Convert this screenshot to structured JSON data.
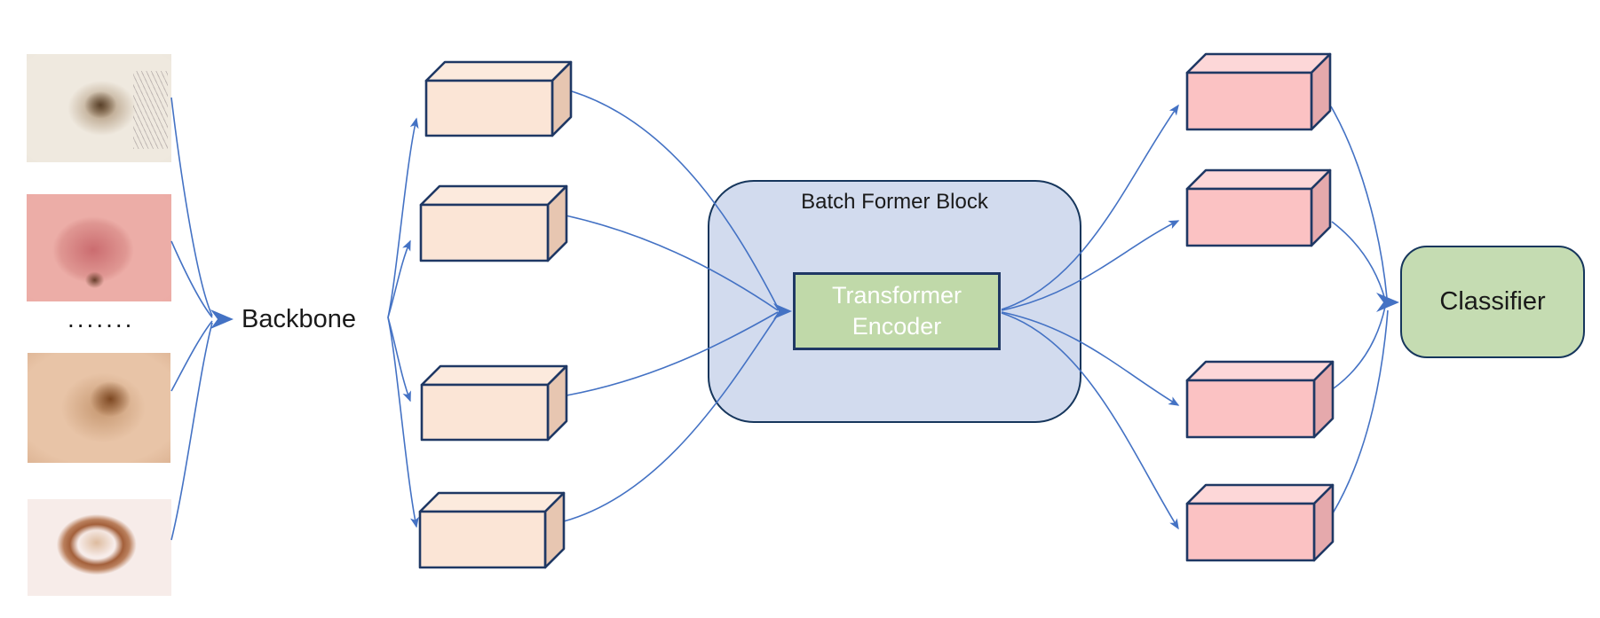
{
  "diagram": {
    "backbone_label": "Backbone",
    "ellipsis": ".......",
    "batch_former_block": {
      "title": "Batch Former Block",
      "encoder_line1": "Transformer",
      "encoder_line2": "Encoder"
    },
    "classifier_label": "Classifier",
    "input_images": [
      {
        "name": "dermoscopy-skin-lesion-photo-1"
      },
      {
        "name": "dermoscopy-skin-lesion-photo-2"
      },
      {
        "name": "dermoscopy-skin-lesion-photo-3"
      },
      {
        "name": "dermoscopy-skin-lesion-photo-4"
      }
    ],
    "input_feature_box_count": 4,
    "output_feature_box_count": 4,
    "colors": {
      "arrow_blue": "#4472c4",
      "outline_navy": "#1f3864",
      "input_box_front": "#fbe5d6",
      "input_box_top": "#fceadd",
      "input_box_side": "#e7c6b1",
      "output_box_front": "#fbc2c3",
      "output_box_top": "#fdd7d8",
      "output_box_side": "#e5a9ac",
      "batch_former_fill": "#d2dbee",
      "encoder_fill": "#c0d9a9",
      "classifier_fill": "#c5dcb2"
    }
  }
}
